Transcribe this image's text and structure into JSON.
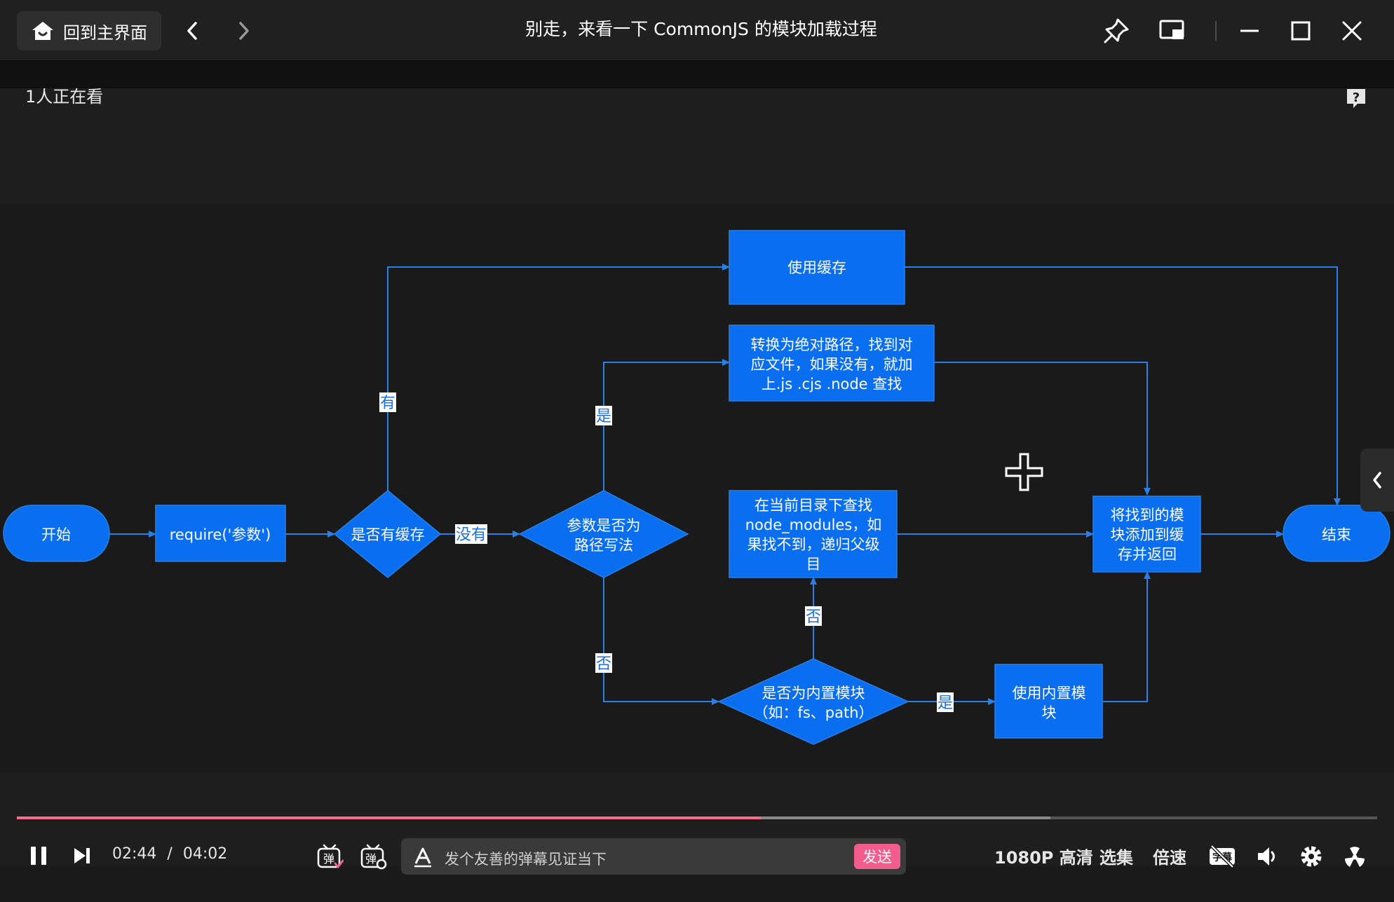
{
  "titlebar": {
    "home_label": "回到主界面",
    "window_title": "别走，来看一下 CommonJS 的模块加载过程"
  },
  "video": {
    "viewers": "1人正在看"
  },
  "flowchart": {
    "nodes": {
      "start": "开始",
      "require": "require('参数')",
      "has_cache": "是否有缓存",
      "use_cache": "使用缓存",
      "is_path": [
        "参数是否为",
        "路径写法"
      ],
      "to_abs": [
        "转换为绝对路径，找到对",
        "应文件，如果没有，就加",
        "上.js .cjs .node 查找"
      ],
      "search_dir": [
        "在当前目录下查找",
        "node_modules，如",
        "果找不到，递归父级",
        "目"
      ],
      "is_builtin": [
        "是否为内置模块",
        "（如：fs、path）"
      ],
      "use_builtin": [
        "使用内置模",
        "块"
      ],
      "add_cache": [
        "将找到的模",
        "块添加到缓",
        "存并返回"
      ],
      "end": "结束"
    },
    "labels": {
      "has": "有",
      "none": "没有",
      "yes1": "是",
      "no1": "否",
      "no2": "否",
      "yes2": "是"
    },
    "colors": {
      "node": "#0a6ef0",
      "line": "#2a7fe6"
    }
  },
  "controls": {
    "current_time": "02:44",
    "time_sep": "/",
    "total_time": "04:02",
    "progress": 0.547,
    "buffered": 0.76,
    "danmaku_placeholder": "发个友善的弹幕见证当下",
    "send_label": "发送",
    "quality": "1080P 高清",
    "episodes": "选集",
    "speed": "倍速",
    "accent": "#f25d8e"
  }
}
